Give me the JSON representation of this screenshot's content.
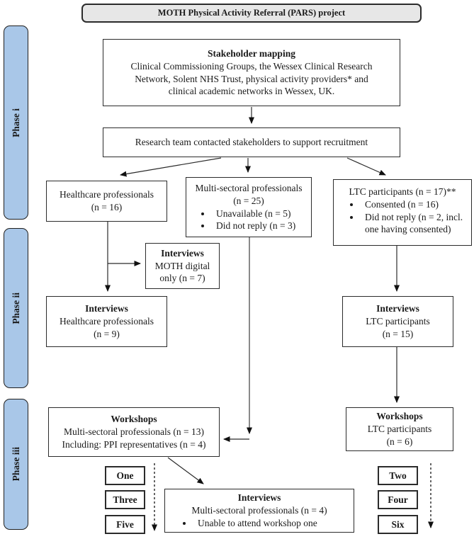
{
  "header": {
    "title": "MOTH Physical Activity Referral (PARS) project"
  },
  "phases": [
    {
      "label": "Phase i"
    },
    {
      "label": "Phase ii"
    },
    {
      "label": "Phase iii"
    }
  ],
  "boxes": {
    "stakeholder": {
      "title": "Stakeholder mapping",
      "body": "Clinical Commissioning Groups, the Wessex Clinical Research Network, Solent NHS Trust, physical activity providers* and clinical academic networks in Wessex, UK."
    },
    "research_team": {
      "text": "Research team contacted stakeholders to support recruitment"
    },
    "healthcare": {
      "line1": "Healthcare professionals",
      "line2": "(n = 16)"
    },
    "multisectoral": {
      "line1": "Multi-sectoral professionals",
      "line2": "(n = 25)",
      "bullets": [
        "Unavailable (n = 5)",
        "Did not reply (n = 3)"
      ]
    },
    "ltc": {
      "line1": "LTC participants (n = 17)**",
      "bullets": [
        "Consented (n = 16)",
        "Did not reply (n = 2, incl. one having consented)"
      ]
    },
    "interviews_moth": {
      "title": "Interviews",
      "body": "MOTH digital only (n = 7)"
    },
    "interviews_hcp": {
      "title": "Interviews",
      "line1": "Healthcare professionals",
      "line2": "(n = 9)"
    },
    "interviews_ltc": {
      "title": "Interviews",
      "line1": "LTC participants",
      "line2": "(n = 15)"
    },
    "workshops_ms": {
      "title": "Workshops",
      "line1": "Multi-sectoral professionals (n = 13)",
      "line2": "Including: PPI representatives (n = 4)"
    },
    "workshops_ltc": {
      "title": "Workshops",
      "line1": "LTC participants",
      "line2": "(n = 6)"
    },
    "interviews_ms": {
      "title": "Interviews",
      "line1": "Multi-sectoral professionals (n = 4)",
      "bullets": [
        "Unable to attend workshop one"
      ]
    },
    "workshop_numbers_left": [
      "One",
      "Three",
      "Five"
    ],
    "workshop_numbers_right": [
      "Two",
      "Four",
      "Six"
    ]
  },
  "colors": {
    "phase_fill": "#a9c7e8",
    "header_fill": "#e7e7e7",
    "border": "#2b2b2b",
    "arrow": "#3a3a3a"
  }
}
